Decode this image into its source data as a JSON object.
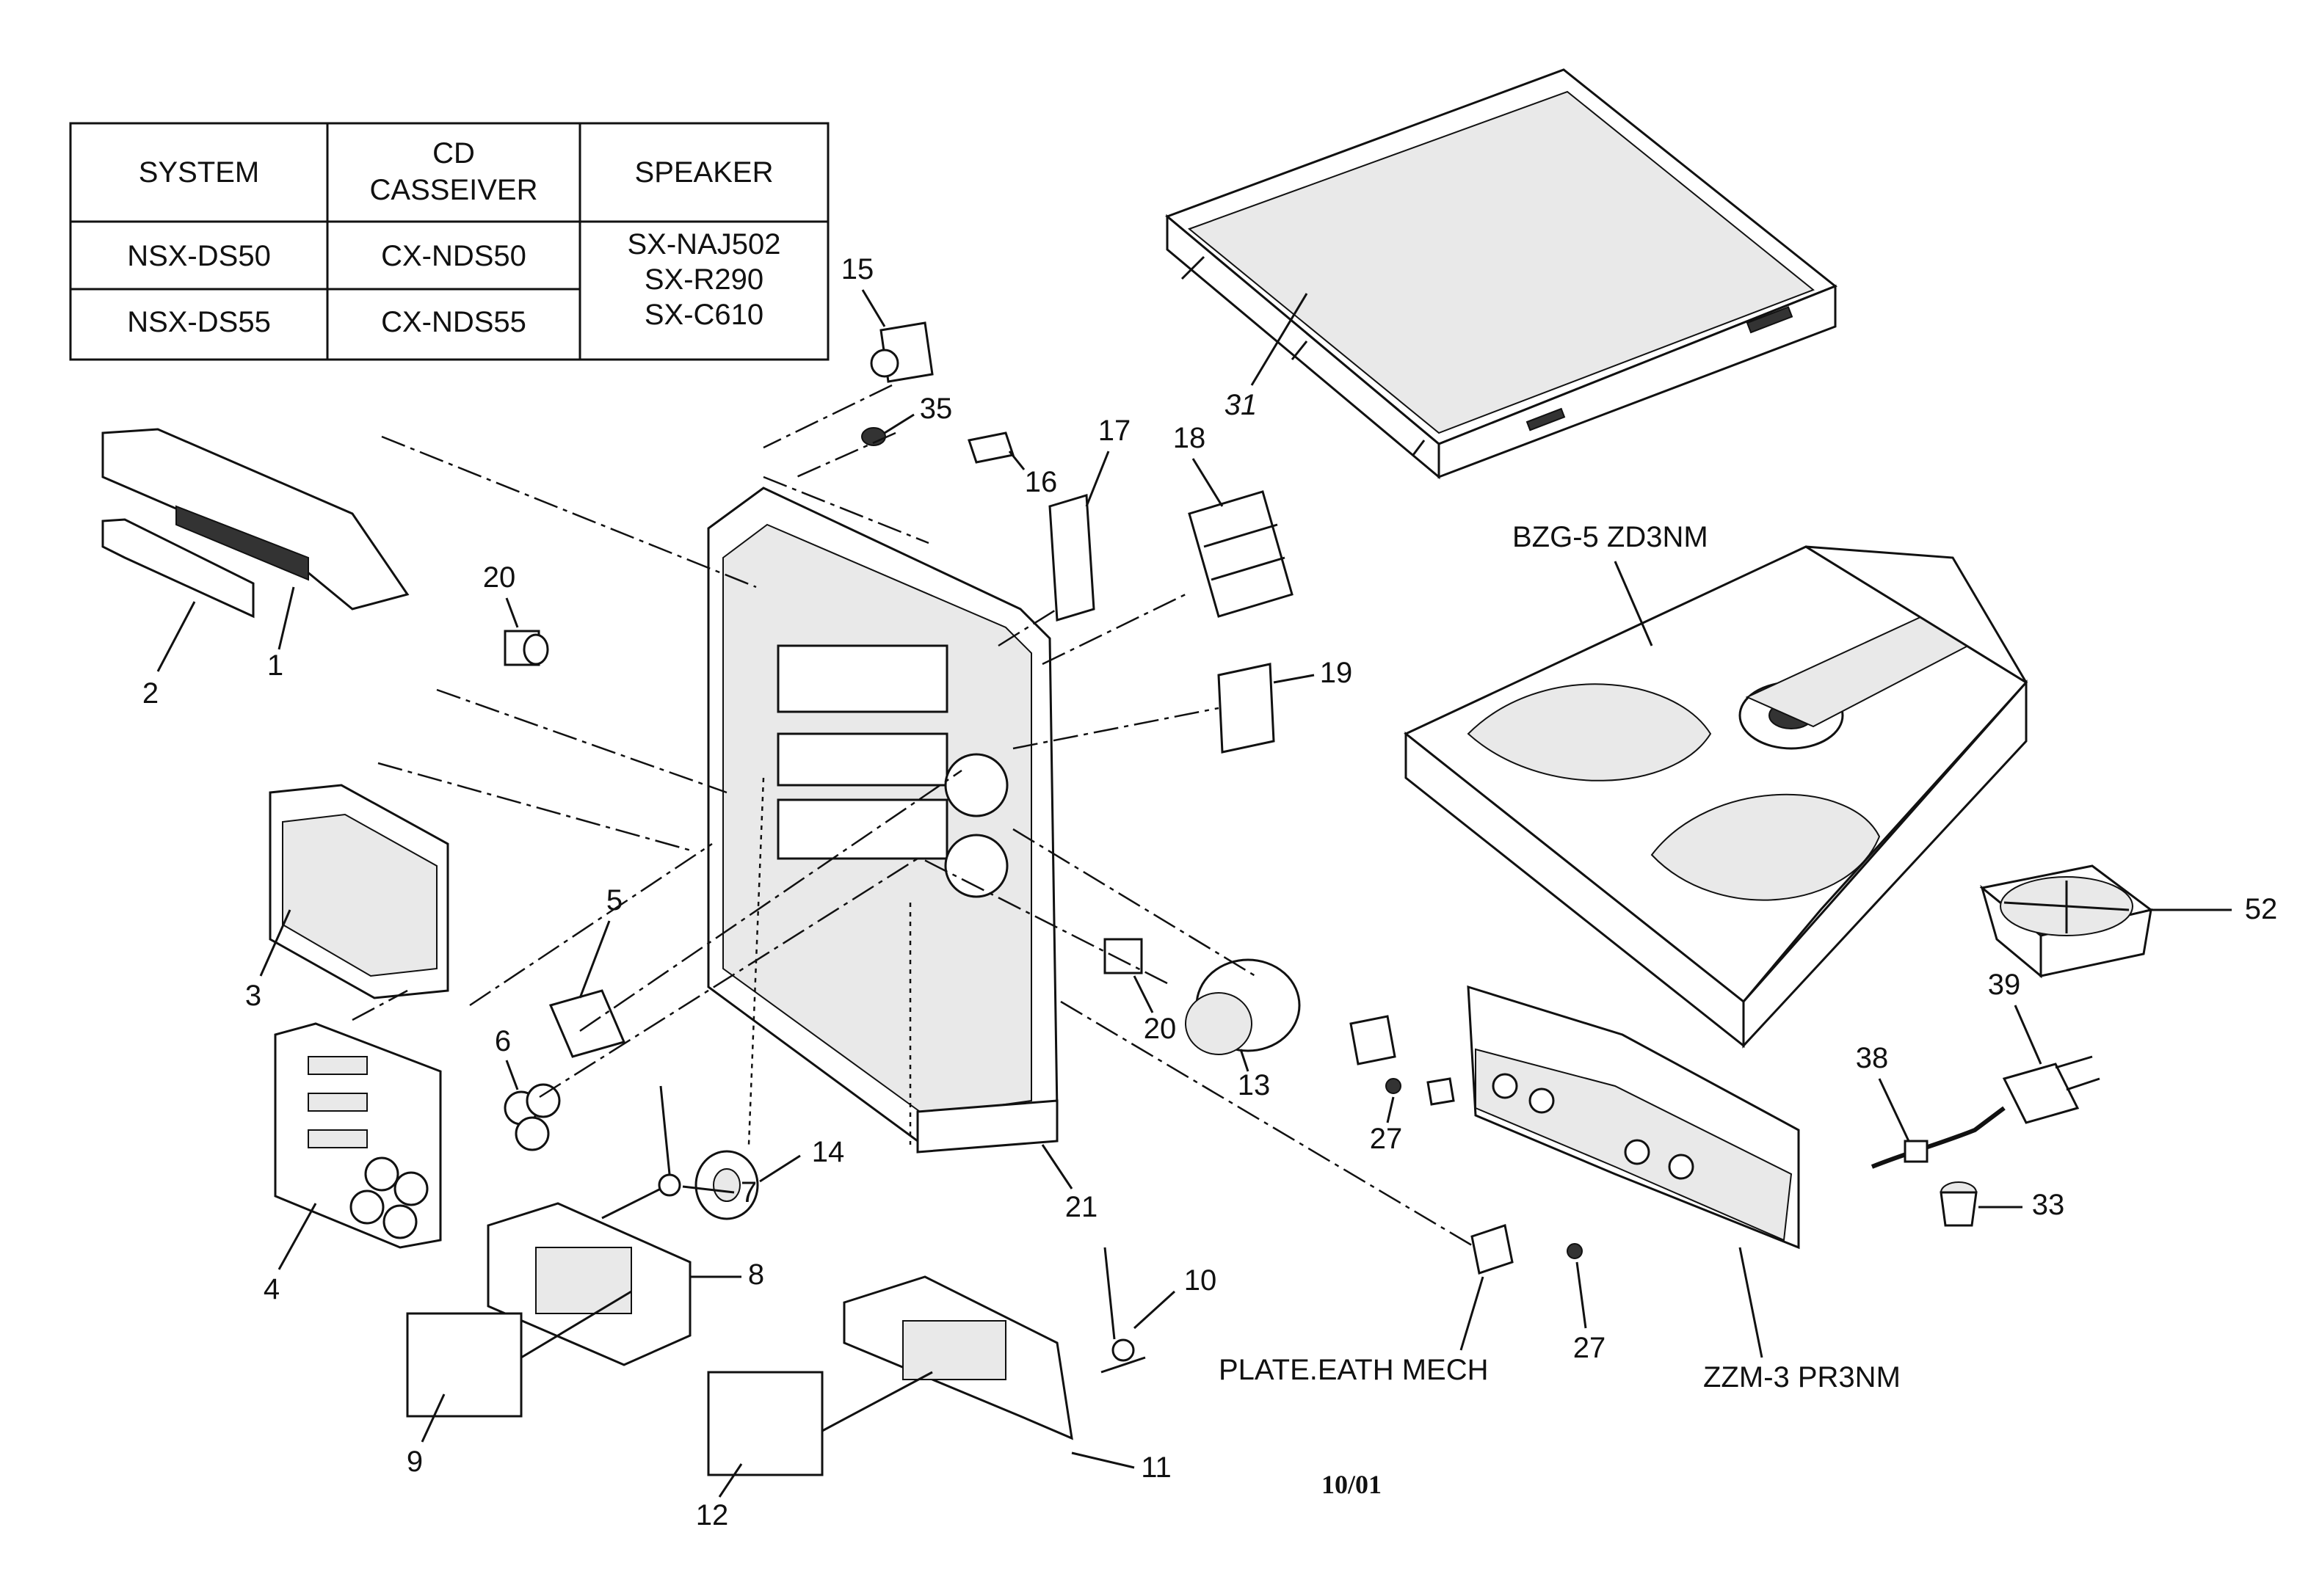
{
  "table": {
    "headers": [
      "SYSTEM",
      "CD CASSEIVER",
      "SPEAKER"
    ],
    "rows": [
      [
        "NSX-DS50",
        "CX-NDS50"
      ],
      [
        "NSX-DS55",
        "CX-NDS55"
      ]
    ],
    "speakers": [
      "SX-NAJ502",
      "SX-R290",
      "SX-C610"
    ]
  },
  "labels": {
    "p1": "1",
    "p2": "2",
    "p3": "3",
    "p4": "4",
    "p5": "5",
    "p6": "6",
    "p7": "7",
    "p8": "8",
    "p9": "9",
    "p10": "10",
    "p11": "11",
    "p12": "12",
    "p13": "13",
    "p14": "14",
    "p15": "15",
    "p16": "16",
    "p17": "17",
    "p18": "18",
    "p19": "19",
    "p20a": "20",
    "p20b": "20",
    "p21": "21",
    "p27a": "27",
    "p27b": "27",
    "p31": "31",
    "p33": "33",
    "p35": "35",
    "p38": "38",
    "p39": "39",
    "p52": "52"
  },
  "assemblies": {
    "cd_changer": "BZG-5 ZD3NM",
    "tape_mech": "ZZM-3 PR3NM",
    "plate": "PLATE.EATH MECH"
  },
  "footer": "10/01"
}
